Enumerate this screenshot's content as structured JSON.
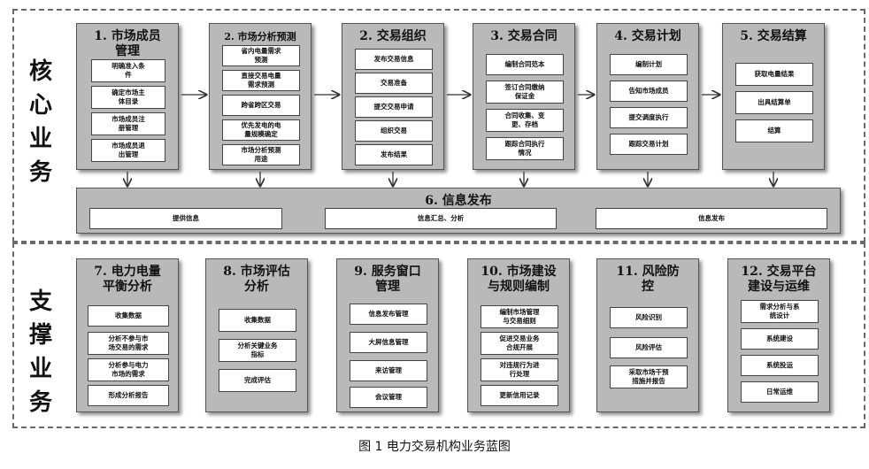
{
  "core_label": "核心业务",
  "support_label": "支撑业务",
  "core_modules": [
    {
      "title": "1. 市场成员\n管理",
      "items": [
        "明确准入条\n件",
        "确定市场主\n体目录",
        "市场成员注\n册管理",
        "市场成员退\n出管理"
      ]
    },
    {
      "title": "2. 市场分析预测",
      "items": [
        "省内电量需求\n预测",
        "直接交易电量\n需求预测",
        "跨省跨区交易",
        "优先发电的电\n量规模确定",
        "市场分析预测\n用途"
      ]
    },
    {
      "title": "2. 交易组织",
      "items": [
        "发布交易信息",
        "交易准备",
        "提交交易申请",
        "组织交易",
        "发布结果"
      ]
    },
    {
      "title": "3. 交易合同",
      "items": [
        "编制合同范本",
        "签订合同缴纳\n保证金",
        "合同收集、变\n更、存档",
        "跟踪合同执行\n情况"
      ]
    },
    {
      "title": "4. 交易计划",
      "items": [
        "编制计划",
        "告知市场成员",
        "提交调度执行",
        "跟踪交易计划"
      ]
    },
    {
      "title": "5. 交易结算",
      "items": [
        "获取电量结果",
        "出具结算单",
        "结算"
      ]
    }
  ],
  "info_bar": {
    "title": "6. 信息发布",
    "items": [
      "提供信息",
      "信息汇总、分析",
      "信息发布"
    ]
  },
  "support_modules": [
    {
      "title": "7. 电力电量\n平衡分析",
      "items": [
        "收集数据",
        "分析不参与市\n场交易的需求",
        "分析参与电力\n市场的需求",
        "形成分析报告"
      ]
    },
    {
      "title": "8. 市场评估\n分析",
      "items": [
        "收集数据",
        "分析关键业务\n指标",
        "完成评估"
      ]
    },
    {
      "title": "9. 服务窗口\n管理",
      "items": [
        "信息发布管理",
        "大屏信息管理",
        "来访管理",
        "会议管理"
      ]
    },
    {
      "title": "10. 市场建设\n与规则编制",
      "items": [
        "编制市场管理\n与交易细则",
        "促进交易业务\n合规开展",
        "对违规行为进\n行处理",
        "更新信用记录"
      ]
    },
    {
      "title": "11. 风险防\n控",
      "items": [
        "风险识别",
        "风险评估",
        "采取市场干预\n措施并报告"
      ]
    },
    {
      "title": "12. 交易平台\n建设与运维",
      "items": [
        "需求分析与系\n统设计",
        "系统建设",
        "系统投运",
        "日常运维"
      ]
    }
  ],
  "caption": "图 1  电力交易机构业务蓝图"
}
